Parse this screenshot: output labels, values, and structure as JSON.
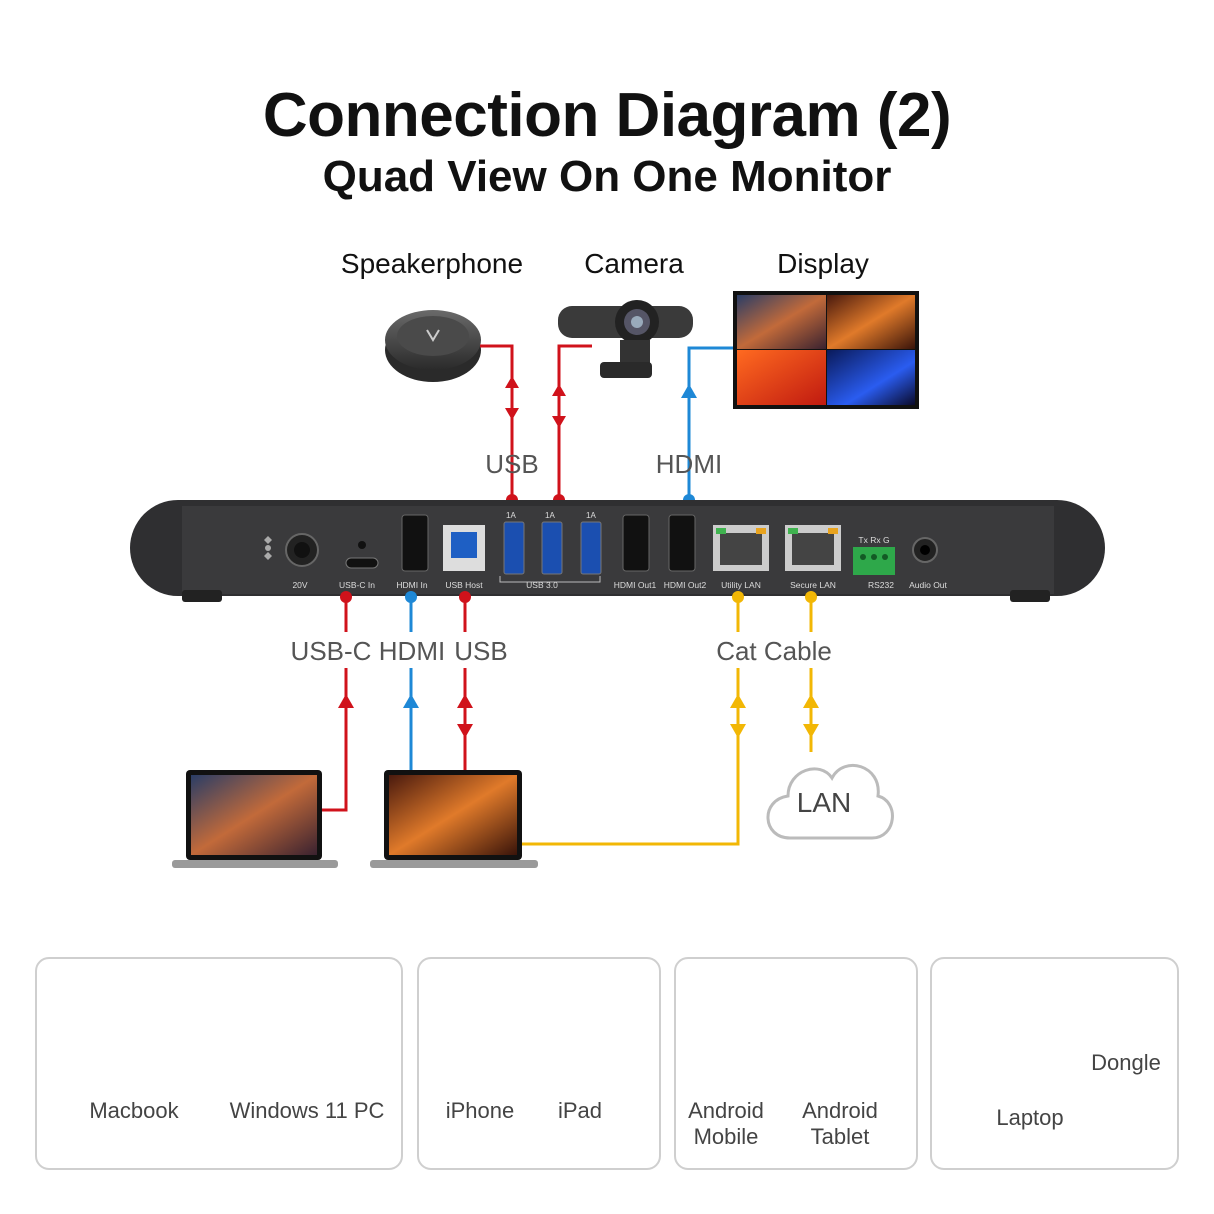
{
  "header": {
    "title": "Connection Diagram (2)",
    "subtitle": "Quad View On One Monitor"
  },
  "top_devices": {
    "speakerphone": "Speakerphone",
    "camera": "Camera",
    "display": "Display"
  },
  "link_labels": {
    "top_usb": "USB",
    "top_hdmi": "HDMI",
    "bottom_usbc": "USB-C",
    "bottom_hdmi": "HDMI",
    "bottom_usb": "USB",
    "cat_cable": "Cat Cable",
    "lan": "LAN"
  },
  "hub_ports": {
    "power": "20V",
    "usbc_in": "USB-C In",
    "hdmi_in": "HDMI In",
    "usb_host": "USB Host",
    "usb30": "USB 3.0",
    "amp": "1A",
    "hdmi_out1": "HDMI Out1",
    "hdmi_out2": "HDMI Out2",
    "utility_lan": "Utility LAN",
    "secure_lan": "Secure LAN",
    "rs232": "RS232",
    "rs232_pins": "Tx  Rx  G",
    "audio_out": "Audio Out"
  },
  "wireless_cards": [
    {
      "labels": [
        "Macbook",
        "Windows 11 PC"
      ]
    },
    {
      "labels": [
        "iPhone",
        "iPad"
      ]
    },
    {
      "labels": [
        "Android\nMobile",
        "Android\nTablet"
      ]
    },
    {
      "labels": [
        "Laptop",
        "Dongle"
      ]
    }
  ],
  "colors": {
    "red": "#d0121b",
    "blue": "#1e88d6",
    "yellow": "#f2b705",
    "hub": "#3a3a3c",
    "card_border": "#cfcfcf"
  },
  "icons": [
    "wifi-icon",
    "usb-icon",
    "hdmi-port-icon",
    "ethernet-port-icon",
    "cloud-icon"
  ]
}
